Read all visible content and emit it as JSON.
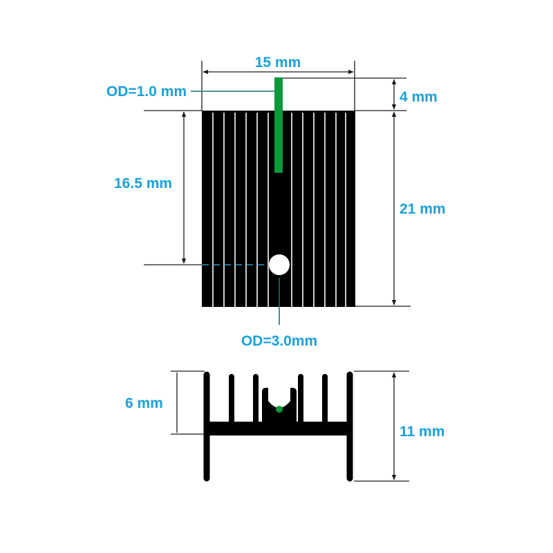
{
  "colors": {
    "label": "#1ba0d8",
    "body": "#000000",
    "pin": "#0a9a3c",
    "leader": "#1c6e73",
    "centerline": "#3fb3e6",
    "dimension": "#1a1a1a"
  },
  "labels": {
    "width": "15 mm",
    "pin_od": "OD=1.0 mm",
    "pin_extension": "4 mm",
    "hole_distance": "16.5 mm",
    "height": "21 mm",
    "hole_od": "OD=3.0mm",
    "channel_depth": "6 mm",
    "depth": "11 mm"
  }
}
